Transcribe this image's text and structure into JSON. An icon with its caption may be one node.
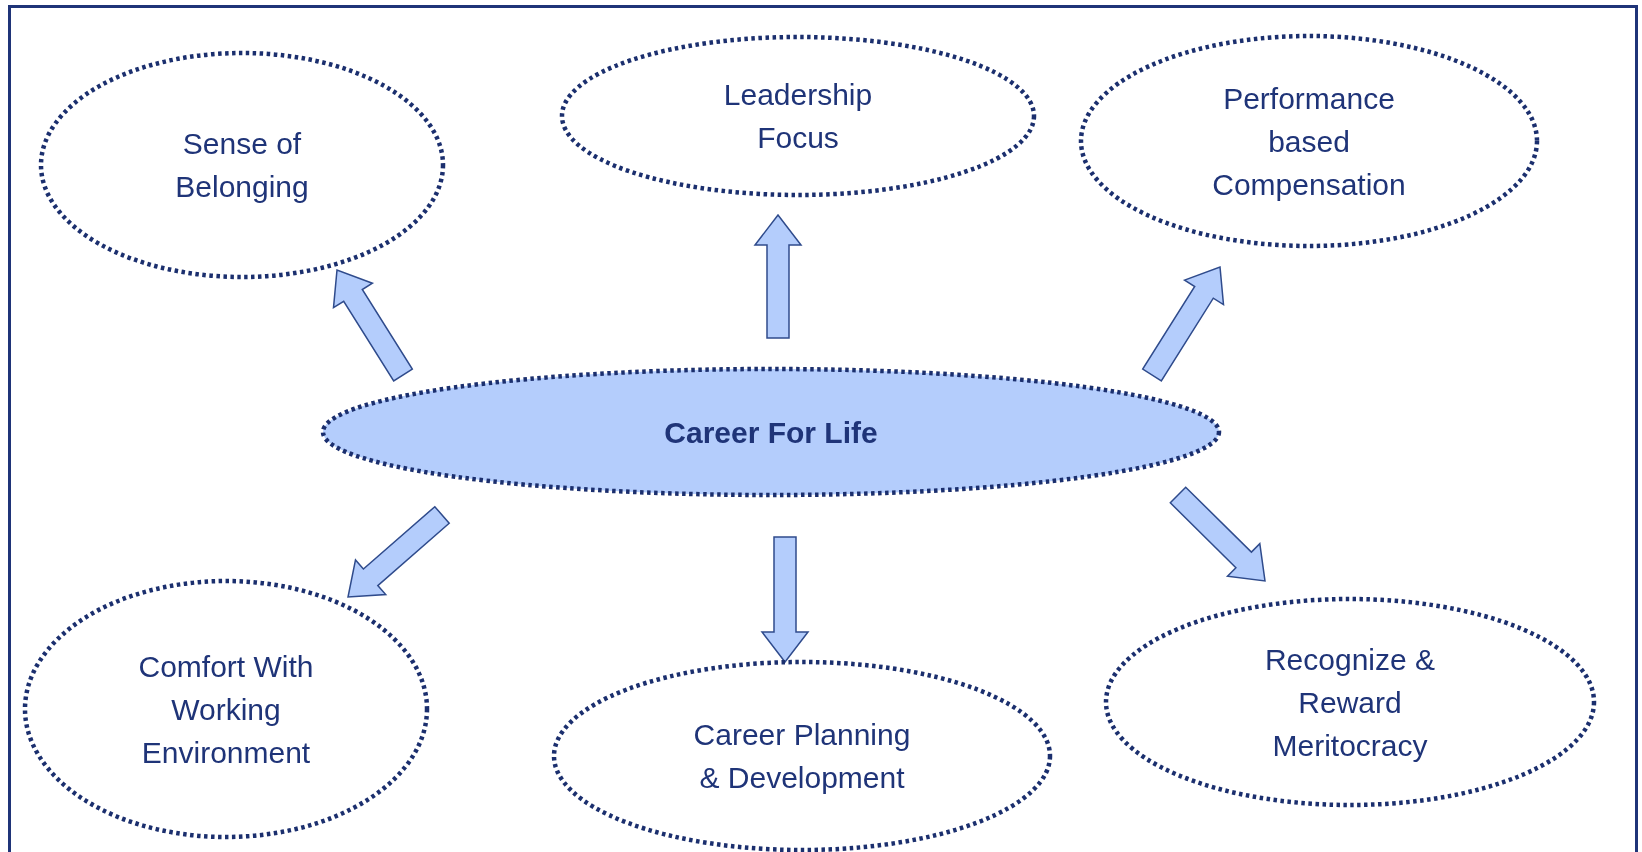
{
  "diagram": {
    "nodes": [
      {
        "text": [
          "Sense of Belonging"
        ]
      },
      {
        "text": [
          "Leadership Focus"
        ]
      },
      {
        "text": [
          "Performance based Compensation"
        ]
      },
      {
        "text": [
          "Career For Life"
        ]
      },
      {
        "text": [
          "Comfort With Working Environment"
        ]
      },
      {
        "text": [
          "Career Planning & Development"
        ]
      },
      {
        "text": [
          "Recognize & Reward Meritocracy"
        ]
      }
    ],
    "edges": [
      {
        "from": 3,
        "to": 0,
        "arrow": "to"
      },
      {
        "from": 3,
        "to": 1,
        "arrow": "to"
      },
      {
        "from": 3,
        "to": 2,
        "arrow": "to"
      },
      {
        "from": 3,
        "to": 4,
        "arrow": "to"
      },
      {
        "from": 3,
        "to": 5,
        "arrow": "to"
      },
      {
        "from": 3,
        "to": 6,
        "arrow": "to"
      }
    ]
  }
}
